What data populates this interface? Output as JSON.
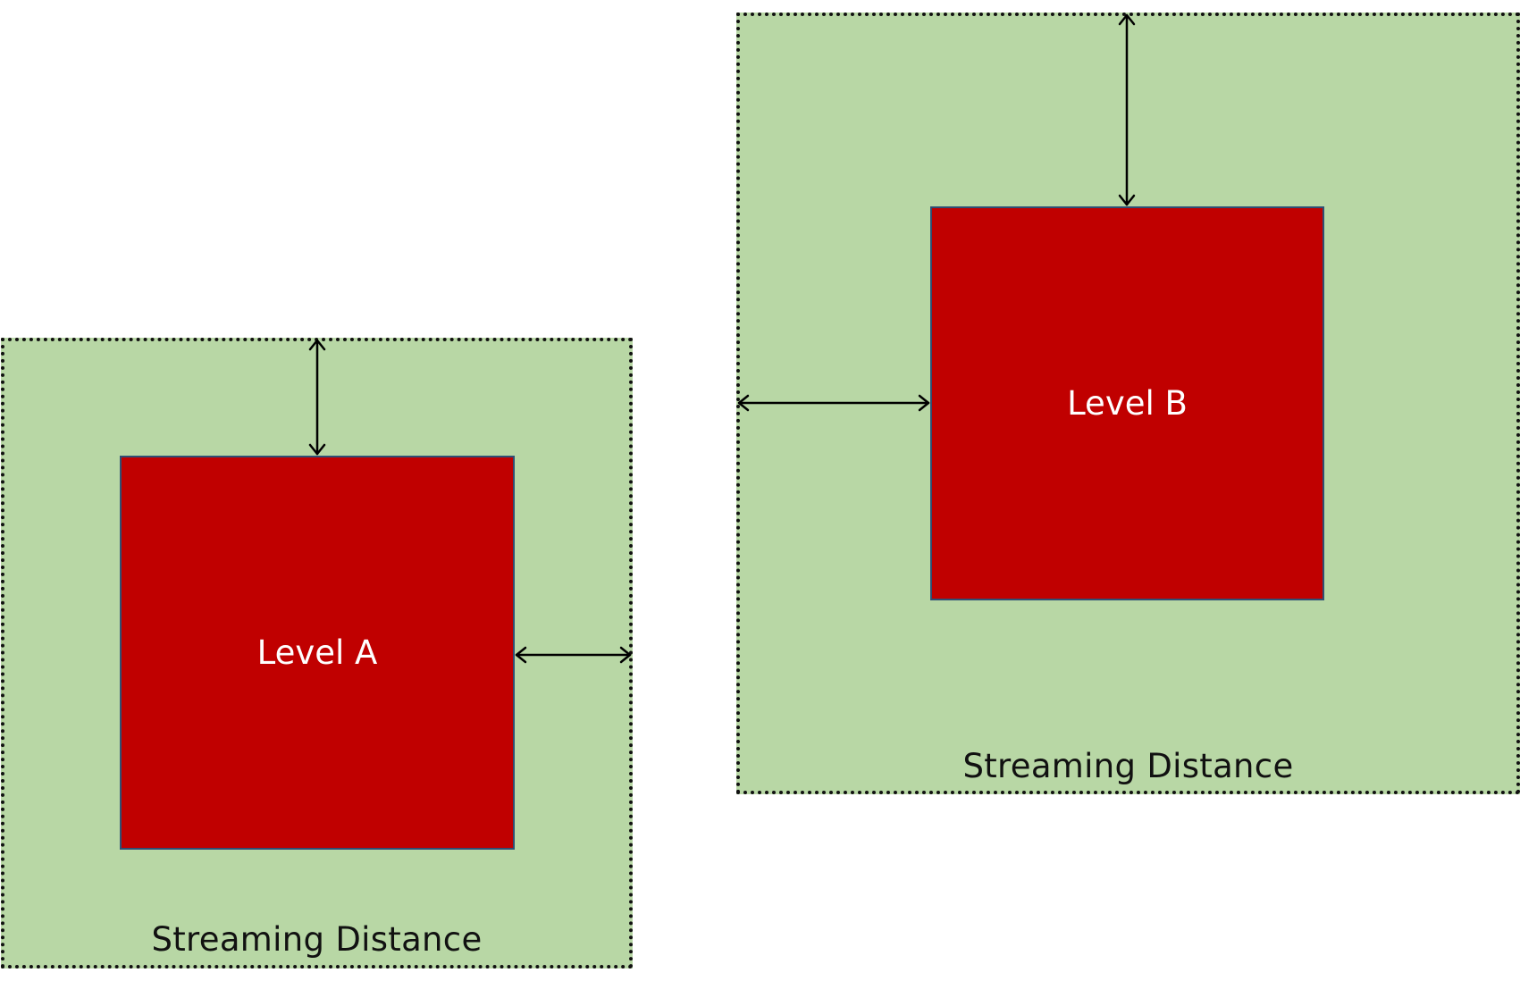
{
  "colors": {
    "zone_fill": "#b8d7a5",
    "zone_border": "#111111",
    "level_fill": "#c00000",
    "level_border": "#2f4f74",
    "level_text": "#ffffff",
    "arrow": "#000000"
  },
  "level_a": {
    "label": "Level A",
    "zone_label": "Streaming Distance"
  },
  "level_b": {
    "label": "Level B",
    "zone_label": "Streaming Distance"
  }
}
